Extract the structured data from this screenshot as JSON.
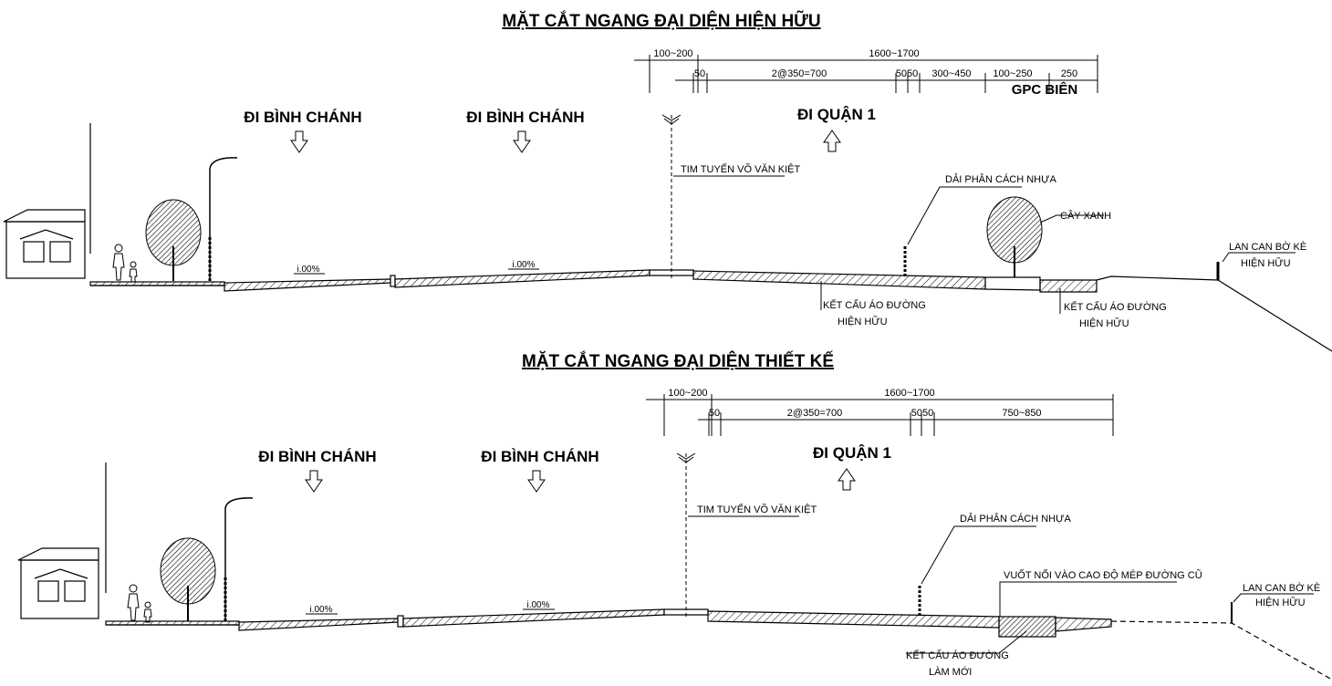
{
  "sections": [
    {
      "title": "MẶT CẮT NGANG ĐẠI DIỆN HIỆN HỮU",
      "directions": [
        "ĐI BÌNH CHÁNH",
        "ĐI BÌNH CHÁNH",
        "ĐI QUẬN 1"
      ],
      "dimensions": {
        "left_offset": "100~200",
        "total": "1600~1700",
        "d50": "50",
        "lanes": "2@350=700",
        "d5050": "5050",
        "d300_450": "300~450",
        "d100_250": "100~250",
        "d250": "250"
      },
      "gpc_label": "GPC BIÊN",
      "slopes": [
        "i.00%",
        "i.00%"
      ],
      "annotations": {
        "centerline": "TIM TUYẾN VÕ VĂN KIỆT",
        "median": "DẢI PHÂN CÁCH NHỰA",
        "tree": "CÂY XANH",
        "railing": [
          "LAN CAN BỜ KÈ",
          "HIỆN HỮU"
        ],
        "pavement1": [
          "KẾT CẤU ÁO ĐƯỜNG",
          "HIỆN HỮU"
        ],
        "pavement2": [
          "KẾT CẤU ÁO ĐƯỜNG",
          "HIỆN HỮU"
        ]
      }
    },
    {
      "title": "MẶT CẮT NGANG ĐẠI DIỆN THIẾT KẾ",
      "directions": [
        "ĐI BÌNH CHÁNH",
        "ĐI BÌNH CHÁNH",
        "ĐI QUẬN 1"
      ],
      "dimensions": {
        "left_offset": "100~200",
        "total": "1600~1700",
        "d50": "50",
        "lanes": "2@350=700",
        "d5050": "5050",
        "d750_850": "750~850"
      },
      "slopes": [
        "i.00%",
        "i.00%"
      ],
      "annotations": {
        "centerline": "TIM TUYẾN VÕ VĂN KIỆT",
        "median": "DẢI PHÂN CÁCH NHỰA",
        "transition": "VUỐT NỐI VÀO CAO ĐỘ MÉP ĐƯỜNG CŨ",
        "railing": [
          "LAN CAN BỜ KÈ",
          "HIỆN HỮU"
        ],
        "pavement": [
          "KẾT CẤU ÁO ĐƯỜNG",
          "LÀM MỚI"
        ]
      }
    }
  ]
}
